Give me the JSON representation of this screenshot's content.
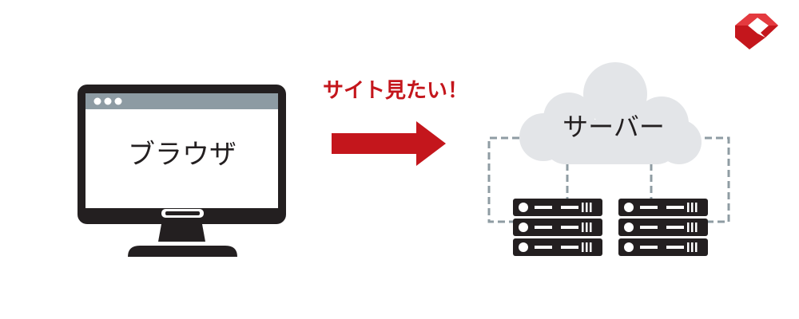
{
  "diagram": {
    "browser_label": "ブラウザ",
    "request_label": "サイト見たい！",
    "server_label": "サーバー"
  },
  "colors": {
    "accent": "#c4161c",
    "dark": "#231f20",
    "cloud": "#e3e5e8",
    "dashed_line": "#8f9ca3",
    "browser_bar": "#8d9ba3"
  },
  "icons": [
    "logo-icon",
    "monitor-icon",
    "arrow-icon",
    "cloud-icon",
    "server-rack-icon"
  ]
}
